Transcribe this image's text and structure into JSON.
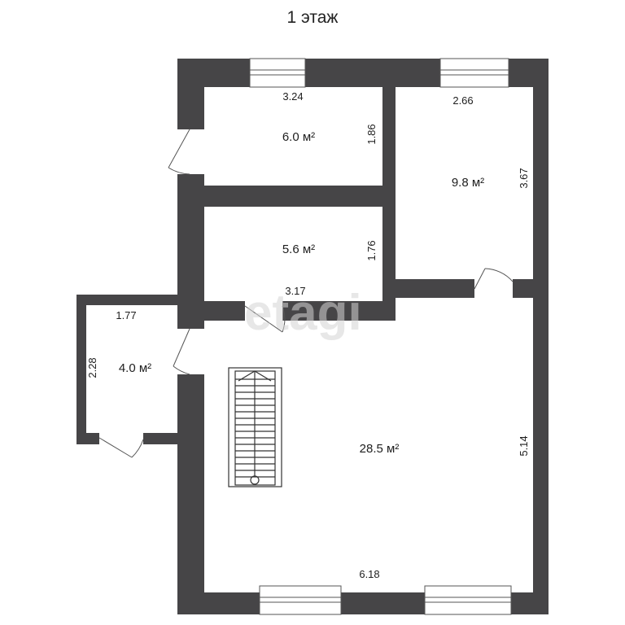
{
  "floor": {
    "title": "1 этаж"
  },
  "watermark": "etagi",
  "colors": {
    "wall": "#464547",
    "background": "#ffffff",
    "text": "#1e1e1e"
  },
  "rooms": [
    {
      "id": "room-a",
      "area": "6.0 м²",
      "width": "3.24",
      "depth": "1.86"
    },
    {
      "id": "room-b",
      "area": "9.8 м²",
      "width": "2.66",
      "depth": "3.67"
    },
    {
      "id": "room-c",
      "area": "5.6 м²",
      "width": "3.17",
      "depth": "1.76"
    },
    {
      "id": "room-d",
      "area": "4.0 м²",
      "width": "1.77",
      "depth": "2.28"
    },
    {
      "id": "room-e",
      "area": "28.5 м²",
      "width": "6.18",
      "depth": "5.14"
    }
  ]
}
